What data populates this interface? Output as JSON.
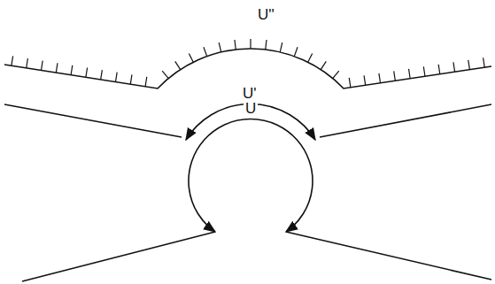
{
  "diagram": {
    "labels": [
      "U''",
      "U'",
      "U"
    ]
  }
}
